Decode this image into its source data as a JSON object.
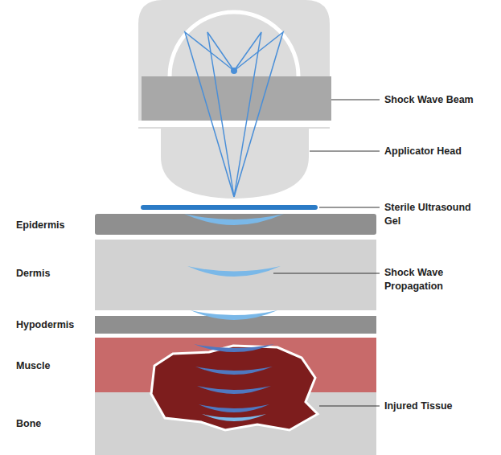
{
  "diagram": {
    "labels": [
      "Shock Wave Beam",
      "Applicator Head",
      "Sterile Ultrasound Gel",
      "Epidermis",
      "Dermis",
      "Shock Wave Propagation",
      "Hypodermis",
      "Muscle",
      "Injured Tissue",
      "Bone"
    ]
  }
}
